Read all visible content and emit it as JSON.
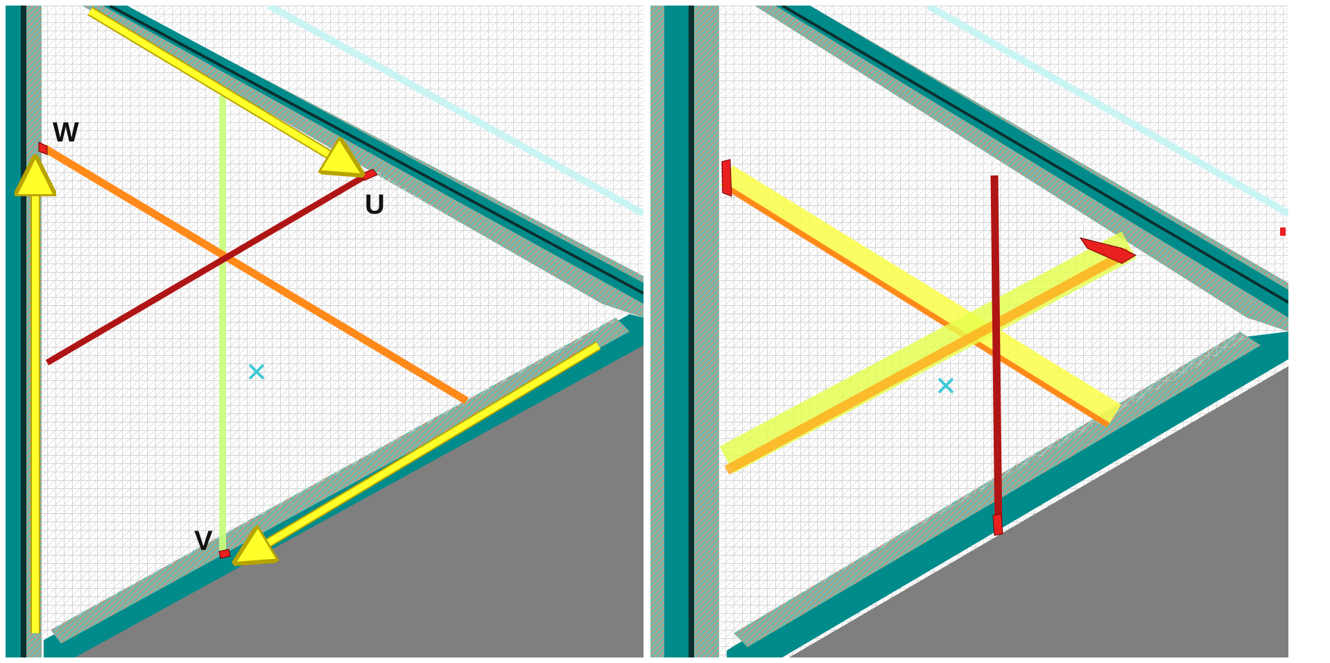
{
  "panels": [
    {
      "id": "left",
      "labels": {
        "w": "W",
        "u": "U",
        "v": "V"
      }
    },
    {
      "id": "right"
    }
  ],
  "colors": {
    "frame": "#008b8b",
    "frame_dark": "#0b2f2f",
    "frame_light": "#72b9ad",
    "mesh": "#c9c9c9",
    "mesh_edge": "#e08a6c",
    "floor": "#7f7f7f",
    "plane_u": "#b01515",
    "plane_w": "#ff8a1a",
    "plane_v": "#c8ff7a",
    "arrow": "#ffff2a",
    "arrow_outline": "#b8a400",
    "cross_marker": "#3fc9d6",
    "cyan_line": "#c9f4f4"
  },
  "icons": {
    "center_marker": "x-marker-icon",
    "arrow": "direction-arrow-icon"
  }
}
